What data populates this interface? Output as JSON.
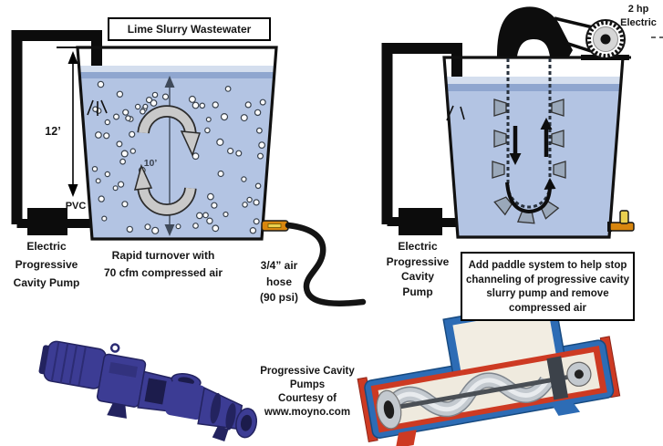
{
  "colors": {
    "water": "#b3c4e3",
    "water_stripe": "#8fa6cf",
    "water_surface": "#d4deee",
    "hose_orange": "#d8860f",
    "valve_yellow": "#ead04f",
    "pump_indigo": "#3c3c94",
    "pump_indigo_dark": "#23235f",
    "cutaway_blue": "#2d6cb5",
    "cutaway_red": "#cd3a23"
  },
  "left_diagram": {
    "title": "Lime Slurry Wastewater",
    "tank_depth_label": "12’",
    "turnover_depth_label": "10’",
    "pipe_material_label": "PVC",
    "pump_label_lines": [
      "Electric",
      "Progressive",
      "Cavity Pump"
    ],
    "aeration_note_lines": [
      "Rapid turnover with",
      "70 cfm compressed air"
    ],
    "air_hose_label_lines": [
      "3/4” air",
      "hose",
      "(90 psi)"
    ]
  },
  "right_diagram": {
    "motor_label_lines": [
      "2 hp",
      "Electric"
    ],
    "pump_label_lines": [
      "Electric",
      "Progressive",
      "Cavity",
      "Pump"
    ],
    "note_lines": [
      "Add paddle system to help stop",
      "channeling of progressive cavity",
      "slurry pump and remove",
      "compressed air"
    ]
  },
  "footer": {
    "credit_lines": [
      "Progressive Cavity",
      "Pumps",
      "Courtesy of",
      "www.moyno.com"
    ]
  }
}
